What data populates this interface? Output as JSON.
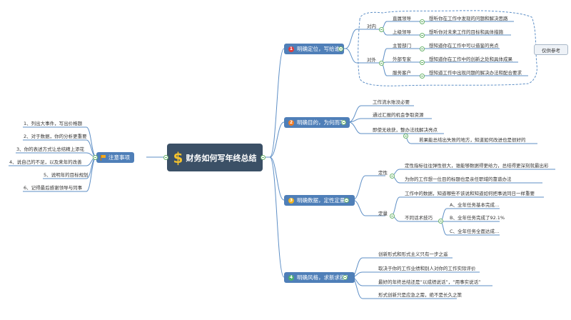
{
  "root": {
    "title": "财务如何写年终总结",
    "icon": "dollar-icon"
  },
  "notes_topic": {
    "label": "注意事项",
    "items": [
      "1、列出大事件，写出价格题",
      "2、对于数据，你的分析更重要",
      "3、你的表述方式让总结精上添花",
      "4、说自己的不足，以及来年的改善",
      "5、说明年的目标规划",
      "6、记得最后感谢领导与同事"
    ]
  },
  "topics": [
    {
      "num": "1",
      "color": "#e03c3c",
      "label": "明确定位，写给谁",
      "groups": [
        {
          "label": "对内",
          "items": [
            {
              "who": "直属领导",
              "what": "想听你在工作中发现的问题和解决思路"
            },
            {
              "who": "上级领导",
              "what": "想听你对未来工作的目标和具体措施"
            }
          ]
        },
        {
          "label": "对外",
          "items": [
            {
              "who": "主管部门",
              "what": "想知道你在工作中可以借鉴的亮点"
            },
            {
              "who": "外部专家",
              "what": "想知道你在工作中的创新之处和具体成果"
            },
            {
              "who": "服务客户",
              "what": "想知道工作中出现问题的解决办法和配合要求"
            }
          ]
        }
      ],
      "note": "仅供参考"
    },
    {
      "num": "2",
      "color": "#f07a22",
      "label": "明确目的，为何而写",
      "items": [
        "工作流水账没必要",
        "通过汇报的机会争取资源",
        "即使无收获，整办法找解决亮点"
      ],
      "sub": "若果能总结出失败的地方，知道如何改进也是很好的"
    },
    {
      "num": "3",
      "color": "#f2b21e",
      "label": "明确数据，定性定量？",
      "qual": {
        "label": "定性",
        "items": [
          "定性指标往往弹性很大，谁能够数据得更给力，总结得更深刻就最出彩",
          "为你的工作想一位目的标题也是亲任职域的靠谱办法"
        ]
      },
      "quant": {
        "label": "定量",
        "top": "工作中的数据，知道哪些不该说和知道如何把事说同日一样重要",
        "method": "不同话术技巧",
        "items": [
          "A、全年任务基本完成…",
          "B、全年任务完成了92.1%",
          "C、全年任务全面达成…"
        ]
      }
    },
    {
      "num": "4",
      "color": "#4caf6e",
      "label": "明确风格，求新求稳？",
      "items": [
        "创新形式和形式主义只有一步之遥",
        "取决于你的工作业绩和别人对你的工作实际评价",
        "最好的年终总结还是“以成绩说话”，“用事实说话”",
        "形式创新只是应急之需，绝不是长久之策"
      ]
    }
  ]
}
